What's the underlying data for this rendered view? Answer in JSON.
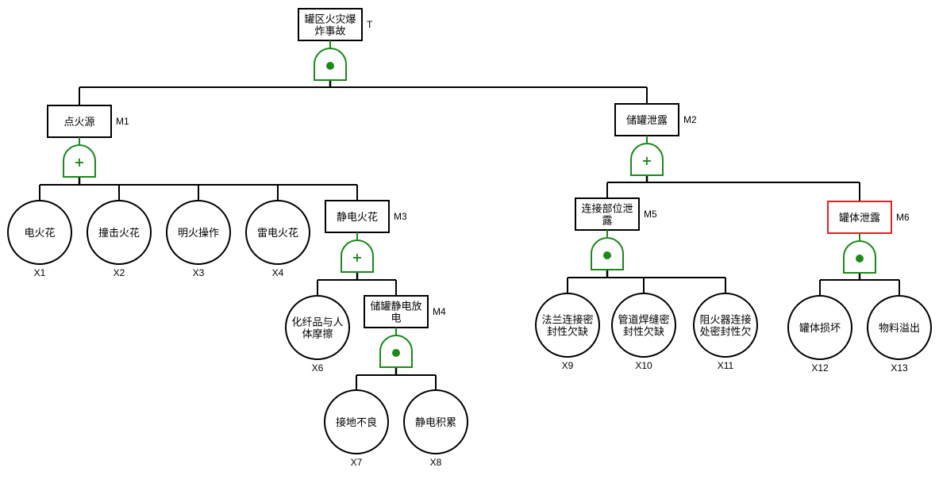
{
  "diagram": {
    "type": "fault-tree",
    "colors": {
      "line": "#000000",
      "gate": "#1a8a1a",
      "highlight": "#e02020",
      "box_fill": "#ffffff"
    },
    "gate_symbols": {
      "and": "•",
      "or": "+"
    },
    "events": [
      {
        "id": "T",
        "text": [
          "罐区火灾爆",
          "炸事故"
        ],
        "kind": "intermediate",
        "gate": "and",
        "highlight": false
      },
      {
        "id": "M1",
        "text": [
          "点火源"
        ],
        "kind": "intermediate",
        "gate": "or",
        "highlight": false
      },
      {
        "id": "M2",
        "text": [
          "储罐泄露"
        ],
        "kind": "intermediate",
        "gate": "or",
        "highlight": false
      },
      {
        "id": "M3",
        "text": [
          "静电火花"
        ],
        "kind": "intermediate",
        "gate": "or",
        "highlight": false
      },
      {
        "id": "M4",
        "text": [
          "储罐静电放",
          "电"
        ],
        "kind": "intermediate",
        "gate": "and",
        "highlight": false
      },
      {
        "id": "M5",
        "text": [
          "连接部位泄",
          "露"
        ],
        "kind": "intermediate",
        "gate": "and",
        "highlight": false
      },
      {
        "id": "M6",
        "text": [
          "罐体泄露"
        ],
        "kind": "intermediate",
        "gate": "and",
        "highlight": true
      },
      {
        "id": "X1",
        "text": [
          "电火花"
        ],
        "kind": "basic"
      },
      {
        "id": "X2",
        "text": [
          "撞击火花"
        ],
        "kind": "basic"
      },
      {
        "id": "X3",
        "text": [
          "明火操作"
        ],
        "kind": "basic"
      },
      {
        "id": "X4",
        "text": [
          "雷电火花"
        ],
        "kind": "basic"
      },
      {
        "id": "X6",
        "text": [
          "化纤品与人",
          "体摩擦"
        ],
        "kind": "basic"
      },
      {
        "id": "X7",
        "text": [
          "接地不良"
        ],
        "kind": "basic"
      },
      {
        "id": "X8",
        "text": [
          "静电积累"
        ],
        "kind": "basic"
      },
      {
        "id": "X9",
        "text": [
          "法兰连接密",
          "封性欠缺"
        ],
        "kind": "basic"
      },
      {
        "id": "X10",
        "text": [
          "管道焊缝密",
          "封性欠缺"
        ],
        "kind": "basic"
      },
      {
        "id": "X11",
        "text": [
          "阻火器连接",
          "处密封性欠"
        ],
        "kind": "basic"
      },
      {
        "id": "X12",
        "text": [
          "罐体损坏"
        ],
        "kind": "basic"
      },
      {
        "id": "X13",
        "text": [
          "物料溢出"
        ],
        "kind": "basic"
      }
    ],
    "edges": [
      [
        "T",
        "M1"
      ],
      [
        "T",
        "M2"
      ],
      [
        "M1",
        "X1"
      ],
      [
        "M1",
        "X2"
      ],
      [
        "M1",
        "X3"
      ],
      [
        "M1",
        "X4"
      ],
      [
        "M1",
        "M3"
      ],
      [
        "M3",
        "X6"
      ],
      [
        "M3",
        "M4"
      ],
      [
        "M4",
        "X7"
      ],
      [
        "M4",
        "X8"
      ],
      [
        "M2",
        "M5"
      ],
      [
        "M2",
        "M6"
      ],
      [
        "M5",
        "X9"
      ],
      [
        "M5",
        "X10"
      ],
      [
        "M5",
        "X11"
      ],
      [
        "M6",
        "X12"
      ],
      [
        "M6",
        "X13"
      ]
    ]
  }
}
